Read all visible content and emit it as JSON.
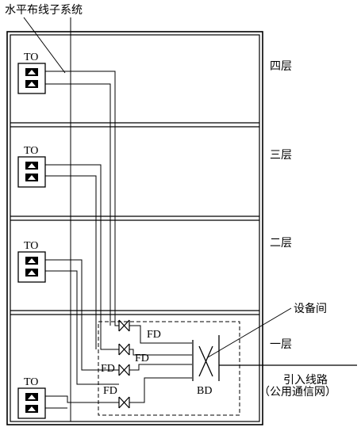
{
  "diagram": {
    "title": "水平布线子系统",
    "floors": [
      {
        "label": "四层",
        "to_label": "TO"
      },
      {
        "label": "三层",
        "to_label": "TO"
      },
      {
        "label": "二层",
        "to_label": "TO"
      },
      {
        "label": "一层",
        "to_label": "TO"
      }
    ],
    "equipment_room_label": "设备间",
    "fd_label": "FD",
    "bd_label": "BD",
    "incoming_line": {
      "line1": "引入线路",
      "line2": "（公用通信网）"
    }
  }
}
